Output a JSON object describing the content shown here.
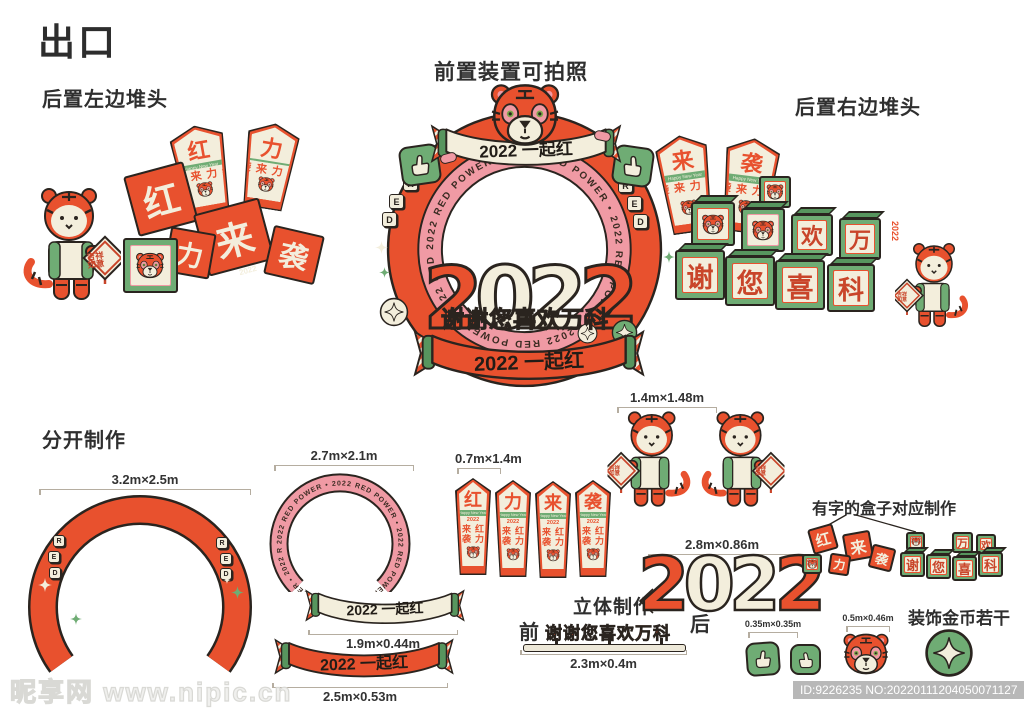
{
  "page": {
    "title": "出口"
  },
  "labels": {
    "left_pile": "后置左边堆头",
    "center_front": "前置装置可拍照",
    "right_pile": "后置右边堆头",
    "separate": "分开制作",
    "solid": "立体制作",
    "front": "前",
    "back": "后",
    "boxes_note": "有字的盒子对应制作",
    "coins_note": "装饰金币若干"
  },
  "arch": {
    "top_banner": "2022 一起红",
    "ring_text": "2022 RED POWER • 2022 RED POWER • 2022 RED POWER • 2022 RED POWER • 2022 RED POWER •",
    "letters": [
      "R",
      "E",
      "D"
    ],
    "year_chars": [
      "2",
      "0",
      "2",
      "2"
    ],
    "slogan": "谢谢您喜欢万科",
    "bottom_banner": "2022 一起红"
  },
  "flags": {
    "chars": [
      "红",
      "力",
      "来",
      "袭"
    ],
    "band": "Happy New Year",
    "year": "2022",
    "vertical": "红力来袭"
  },
  "left_pile": {
    "box_chars": [
      "红",
      "力",
      "来",
      "袭"
    ],
    "year": "2022",
    "sign": "吉祥如意"
  },
  "right_pile": {
    "box_chars": [
      "谢",
      "您",
      "喜",
      "欢",
      "万",
      "科"
    ],
    "year": "2022",
    "sign": "吉祥如意"
  },
  "tigers_pair": {
    "sign_left": "吉祥如意",
    "sign_right": "吉祥如意"
  },
  "ribbons": {
    "small": "2022 一起红",
    "large": "2022 一起红"
  },
  "base": {
    "slogan": "谢谢您喜欢万科"
  },
  "dims": {
    "arch_red": "3.2m×2.5m",
    "arch_pink": "2.7m×2.1m",
    "flags": "0.7m×1.4m",
    "tigers": "1.4m×1.48m",
    "numbers": "2.8m×0.86m",
    "ribbon_small": "1.9m×0.44m",
    "ribbon_large": "2.5m×0.53m",
    "base": "2.3m×0.4m",
    "thumbs": "0.35m×0.35m",
    "tiger_head": "0.5m×0.46m"
  },
  "watermarks": {
    "site": "昵享网 www.nipic.cn",
    "id": "ID:9226235 NO:20220111204050071127"
  },
  "colors": {
    "red": "#E8512E",
    "pink": "#F09AA4",
    "cream": "#F3EEDC",
    "green": "#6FAC74",
    "ink": "#2A241F"
  }
}
